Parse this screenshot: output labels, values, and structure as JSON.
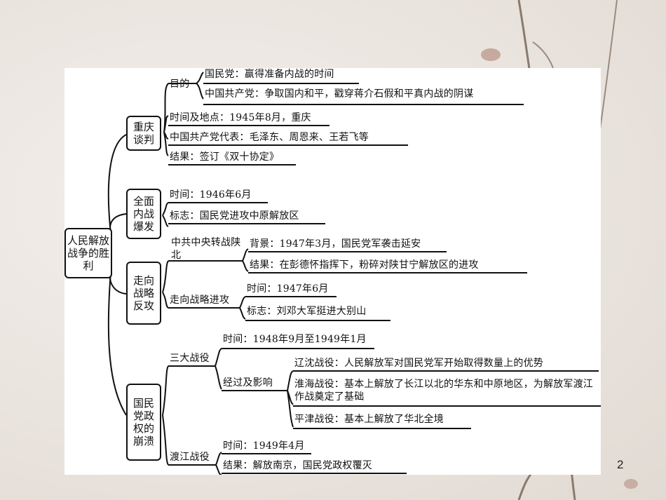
{
  "root": "人民解放战争的胜利",
  "sections": [
    {
      "title": "重庆谈判",
      "purpose_label": "目的",
      "purpose_kmt": "国民党：赢得准备内战的时间",
      "purpose_ccp": "中国共产党：争取国内和平，戳穿蒋介石假和平真内战的阴谋",
      "time_place": "时间及地点：1945年8月，重庆",
      "reps": "中国共产党代表：毛泽东、周恩来、王若飞等",
      "result": "结果：签订《双十协定》"
    },
    {
      "title": "全面内战爆发",
      "time": "时间：1946年6月",
      "sign": "标志：国民党进攻中原解放区"
    },
    {
      "title": "走向战略反攻",
      "shanbei_label": "中共中央转战陕北",
      "shanbei_bg": "背景：1947年3月，国民党军袭击延安",
      "shanbei_result": "结果：在彭德怀指挥下，粉碎对陕甘宁解放区的进攻",
      "offensive_label": "走向战略进攻",
      "offensive_time": "时间：1947年6月",
      "offensive_sign": "标志：刘邓大军挺进大别山"
    },
    {
      "title": "国民党政权的崩溃",
      "three_label": "三大战役",
      "three_time": "时间：1948年9月至1949年1月",
      "process_label": "经过及影响",
      "liaoshen": "辽沈战役：人民解放军对国民党军开始取得数量上的优势",
      "huaihai": "淮海战役：基本上解放了长江以北的华东和中原地区，为解放军渡江作战奠定了基础",
      "pingjin": "平津战役：基本上解放了华北全境",
      "dujiang_label": "渡江战役",
      "dujiang_time": "时间：1949年4月",
      "dujiang_result": "结果：解放南京，国民党政权覆灭"
    }
  ],
  "page_number": "2"
}
